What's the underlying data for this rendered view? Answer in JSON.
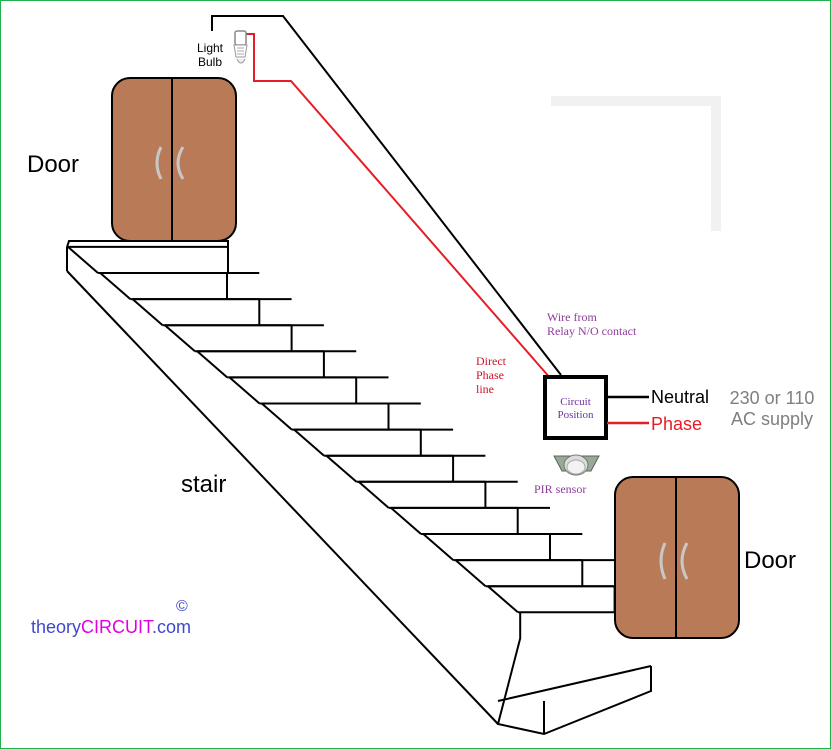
{
  "labels": {
    "door_top": "Door",
    "door_bottom": "Door",
    "stair": "stair",
    "light_bulb_line1": "Light",
    "light_bulb_line2": "Bulb",
    "direct_phase_line1": "Direct",
    "direct_phase_line2": "Phase",
    "direct_phase_line3": "line",
    "wire_from_line1": "Wire from",
    "wire_from_line2": "Relay N/O contact",
    "circuit_line1": "Circuit",
    "circuit_line2": "Position",
    "pir_sensor": "PIR sensor",
    "neutral": "Neutral",
    "phase": "Phase",
    "supply_line1": "230 or 110",
    "supply_line2": "AC supply",
    "brand_part1": "theory",
    "brand_part2": "CIRCUIT",
    "brand_part3": ".com",
    "copyright": "©"
  },
  "colors": {
    "border": "#22b14c",
    "door_fill": "#b97a57",
    "phase_wire": "#e51e25",
    "neutral_wire": "#000000",
    "brand_blue": "#3f48cc",
    "brand_magenta": "#e000e0"
  }
}
